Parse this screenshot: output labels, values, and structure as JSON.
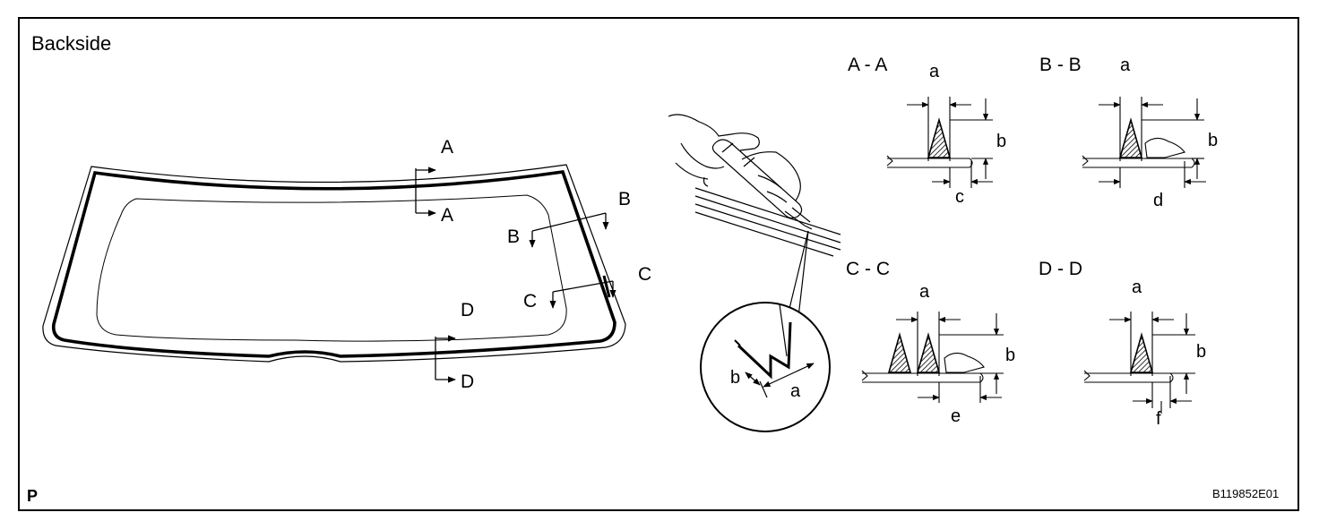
{
  "title": "Backside",
  "corner_label": "P",
  "figure_code": "B119852E01",
  "glass_section_labels": {
    "a_top": "A",
    "a_bottom": "A",
    "b_right": "B",
    "b_left": "B",
    "c_right": "C",
    "c_left": "C",
    "d_top": "D",
    "d_bottom": "D"
  },
  "detail_labels": {
    "b": "b",
    "a": "a"
  },
  "sections": {
    "aa": {
      "title": "A - A",
      "width": "a",
      "height": "b",
      "offset": "c"
    },
    "bb": {
      "title": "B - B",
      "width": "a",
      "height": "b",
      "offset": "d"
    },
    "cc": {
      "title": "C - C",
      "width": "a",
      "height": "b",
      "offset": "e"
    },
    "dd": {
      "title": "D - D",
      "width": "a",
      "height": "b",
      "offset": "f"
    }
  }
}
